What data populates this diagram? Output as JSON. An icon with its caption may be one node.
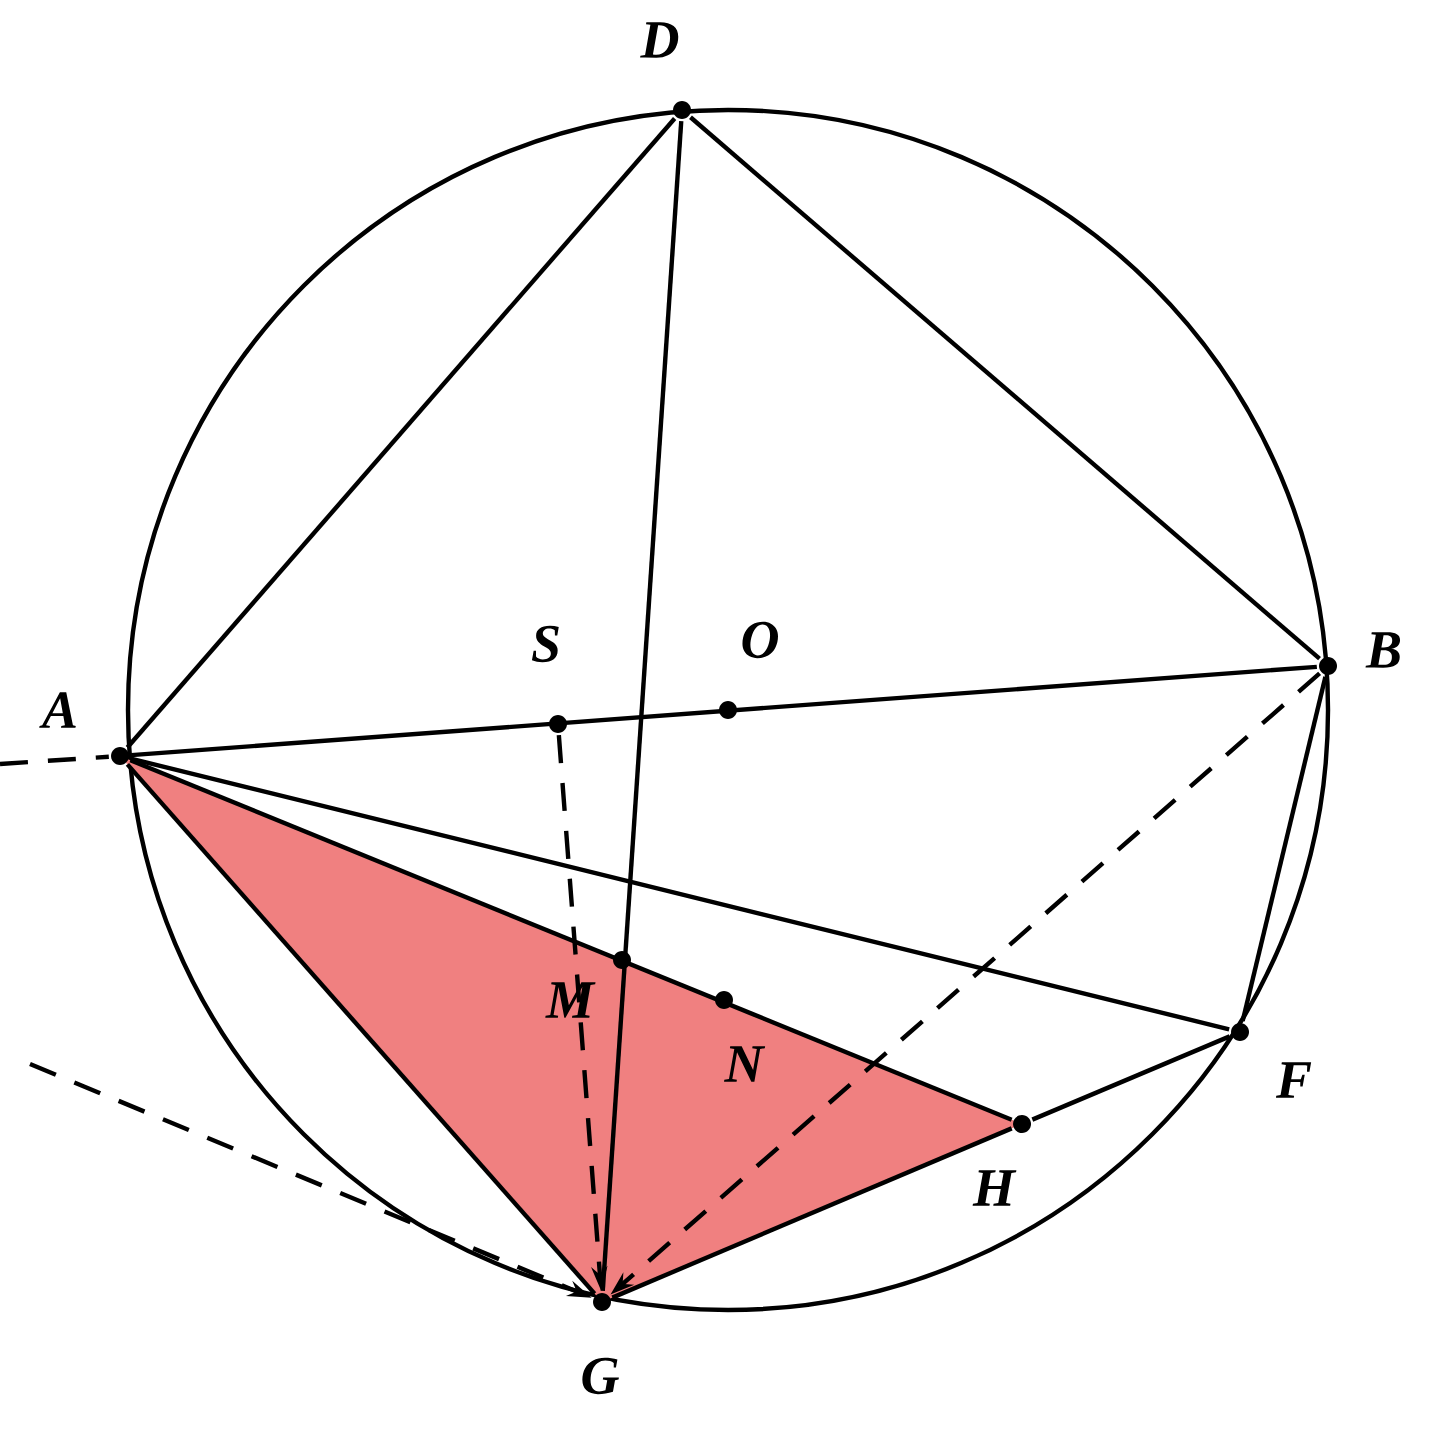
{
  "diagram": {
    "nodes": [
      {
        "text": [
          "D"
        ]
      },
      {
        "text": [
          "S"
        ]
      },
      {
        "text": [
          "O"
        ]
      },
      {
        "text": [
          "B"
        ]
      },
      {
        "text": [
          "A"
        ]
      },
      {
        "text": [
          "M"
        ]
      },
      {
        "text": [
          "N"
        ]
      },
      {
        "text": [
          "F"
        ]
      },
      {
        "text": [
          "H"
        ]
      },
      {
        "text": [
          "G"
        ]
      }
    ],
    "edges": [
      {
        "from": 0,
        "to": 4,
        "arrow": "none"
      },
      {
        "from": 0,
        "to": 3,
        "arrow": "none"
      },
      {
        "from": 0,
        "to": 9,
        "arrow": "none"
      },
      {
        "from": 4,
        "to": 3,
        "arrow": "none"
      },
      {
        "from": 4,
        "to": 7,
        "arrow": "none"
      },
      {
        "from": 4,
        "to": 9,
        "arrow": "none"
      },
      {
        "from": 4,
        "to": 8,
        "arrow": "none"
      },
      {
        "from": 3,
        "to": 7,
        "arrow": "none"
      },
      {
        "from": 7,
        "to": 8,
        "arrow": "none"
      },
      {
        "from": 8,
        "to": 9,
        "arrow": "none"
      },
      {
        "from": 1,
        "to": 9,
        "arrow": "to",
        "style": "dashed"
      },
      {
        "from": 3,
        "to": 9,
        "arrow": "to",
        "style": "dashed"
      },
      {
        "from": null,
        "to": 9,
        "arrow": "to",
        "style": "dashed"
      },
      {
        "from": null,
        "to": 4,
        "arrow": "none",
        "style": "dashed"
      }
    ]
  }
}
